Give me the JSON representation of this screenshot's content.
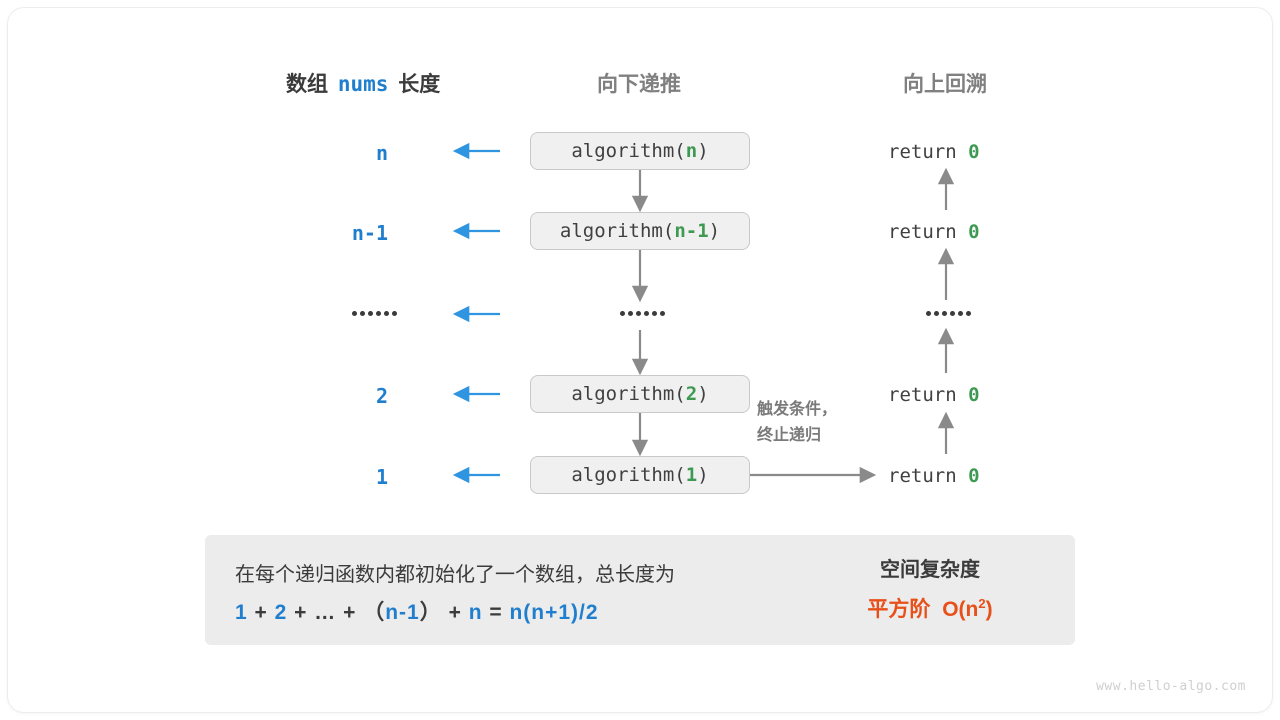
{
  "headers": {
    "left_prefix": "数组",
    "left_mono": "nums",
    "left_suffix": "长度",
    "middle": "向下递推",
    "right": "向上回溯"
  },
  "rows": [
    {
      "length": "n",
      "call_name": "algorithm",
      "call_arg": "n",
      "ret": "return",
      "ret_value": "0",
      "is_ellipsis": false
    },
    {
      "length": "n-1",
      "call_name": "algorithm",
      "call_arg": "n-1",
      "ret": "return",
      "ret_value": "0",
      "is_ellipsis": false
    },
    {
      "length": "",
      "call_name": "",
      "call_arg": "",
      "ret": "",
      "ret_value": "",
      "is_ellipsis": true
    },
    {
      "length": "2",
      "call_name": "algorithm",
      "call_arg": "2",
      "ret": "return",
      "ret_value": "0",
      "is_ellipsis": false
    },
    {
      "length": "1",
      "call_name": "algorithm",
      "call_arg": "1",
      "ret": "return",
      "ret_value": "0",
      "is_ellipsis": false
    }
  ],
  "note": {
    "line1": "触发条件，",
    "line2": "终止递归"
  },
  "summary": {
    "text": "在每个递归函数内都初始化了一个数组，总长度为",
    "formula": {
      "t1": "1",
      "op1": "+",
      "t2": "2",
      "op2": "+",
      "t3": "…",
      "op3": "+",
      "paren_open": "（",
      "t4": "n-1",
      "paren_close": "）",
      "op4": "+",
      "t5": "n",
      "eq": "=",
      "result": "n(n+1)/2"
    },
    "right_title": "空间复杂度",
    "right_value_label": "平方阶",
    "right_value_notation": "O(n",
    "right_value_exp": "2",
    "right_value_close": ")"
  },
  "watermark": "www.hello-algo.com",
  "colors": {
    "blue": "#1f7fce",
    "green": "#3e9a52",
    "orange": "#e8501a",
    "gray_arrow": "#8a8a8a",
    "blue_arrow": "#2f95e0",
    "box_fill": "#f0f0f0",
    "box_border": "#c9c9c9",
    "summary_fill": "#ececec"
  }
}
